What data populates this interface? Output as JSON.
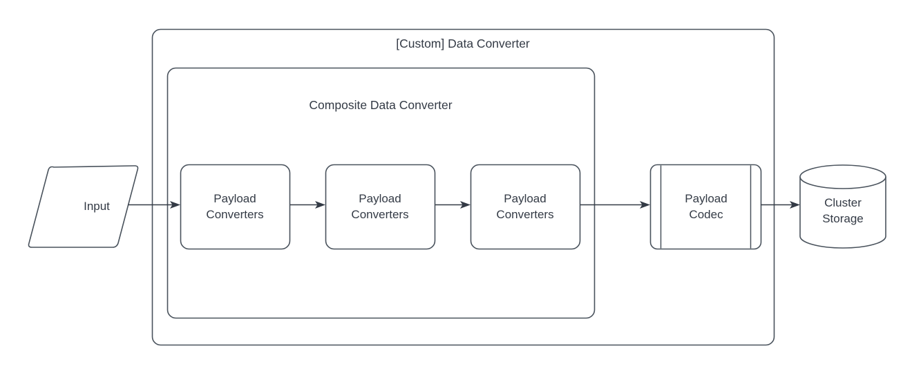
{
  "diagram": {
    "type": "flowchart",
    "title": "[Custom] Data Converter",
    "theme": {
      "background": "#ffffff",
      "stroke": "#49525C",
      "text": "#333A45",
      "arrow": "#333A45",
      "fill": "#ffffff"
    },
    "containers": [
      {
        "id": "custom-data-converter",
        "name": "custom-data-converter-group",
        "label": "[Custom] Data Converter",
        "shape": "rounded-rectangle"
      },
      {
        "id": "composite-data-converter",
        "name": "composite-data-converter-group",
        "label": "Composite Data Converter",
        "shape": "rounded-rectangle"
      }
    ],
    "nodes": [
      {
        "id": "input",
        "name": "input-node",
        "label": "Input",
        "shape": "parallelogram"
      },
      {
        "id": "payload-converters-1",
        "name": "payload-converters-node-1",
        "label": "Payload\nConverters",
        "shape": "rounded-rectangle"
      },
      {
        "id": "payload-converters-2",
        "name": "payload-converters-node-2",
        "label": "Payload\nConverters",
        "shape": "rounded-rectangle"
      },
      {
        "id": "payload-converters-3",
        "name": "payload-converters-node-3",
        "label": "Payload\nConverters",
        "shape": "rounded-rectangle"
      },
      {
        "id": "payload-codec",
        "name": "payload-codec-node",
        "label": "Payload\nCodec",
        "shape": "process"
      },
      {
        "id": "cluster-storage",
        "name": "cluster-storage-node",
        "label": "Cluster\nStorage",
        "shape": "cylinder"
      }
    ],
    "edges": [
      {
        "id": "e1",
        "name": "edge-input-to-converter-1",
        "from": "input",
        "to": "payload-converters-1",
        "arrow": "single"
      },
      {
        "id": "e2",
        "name": "edge-converter-1-to-converter-2",
        "from": "payload-converters-1",
        "to": "payload-converters-2",
        "arrow": "single"
      },
      {
        "id": "e3",
        "name": "edge-converter-2-to-converter-3",
        "from": "payload-converters-2",
        "to": "payload-converters-3",
        "arrow": "single"
      },
      {
        "id": "e4",
        "name": "edge-converter-3-to-codec",
        "from": "payload-converters-3",
        "to": "payload-codec",
        "arrow": "single"
      },
      {
        "id": "e5",
        "name": "edge-codec-to-cluster-storage",
        "from": "payload-codec",
        "to": "cluster-storage",
        "arrow": "single"
      }
    ]
  }
}
